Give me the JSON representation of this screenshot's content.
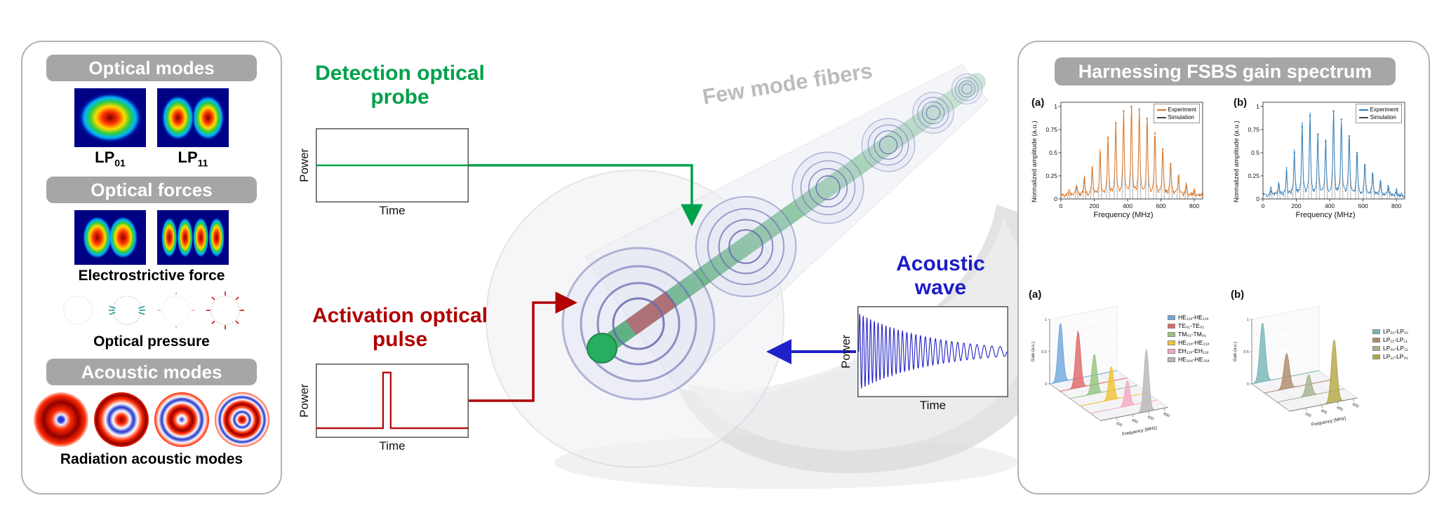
{
  "left_panel": {
    "header_optical_modes": "Optical modes",
    "header_optical_forces": "Optical forces",
    "header_acoustic_modes": "Acoustic modes",
    "lp01": {
      "base": "LP",
      "sub": "01"
    },
    "lp11": {
      "base": "LP",
      "sub": "11"
    },
    "electrostrictive_label": "Electrostrictive force",
    "optical_pressure_label": "Optical pressure",
    "radiation_label": "Radiation acoustic modes"
  },
  "middle": {
    "detection_title": "Detection optical probe",
    "activation_title": "Activation optical pulse",
    "acoustic_title": "Acoustic wave",
    "few_mode_fibers": "Few mode fibers",
    "axis": {
      "power": "Power",
      "time": "Time"
    }
  },
  "right_panel": {
    "title": "Harnessing FSBS gain spectrum",
    "marker_a": "(a)",
    "marker_b": "(b)",
    "spec_ylabel": "Normalized amplitude (a.u.)",
    "spec_xlabel": "Frequency (MHz)",
    "legend_experiment": "Experiment",
    "legend_simulation": "Simulation"
  },
  "chart_data": [
    {
      "id": "probe",
      "type": "line",
      "shape": "constant",
      "level": 0.5,
      "color": "#00A14B",
      "lw": 2.5,
      "xlabel": "Time",
      "ylabel": "Power"
    },
    {
      "id": "pulse",
      "type": "line",
      "shape": "pulse",
      "baseline": 0.87,
      "pulse_x": [
        0.44,
        0.49
      ],
      "pulse_top": 0.12,
      "color": "#B00000",
      "lw": 2.2,
      "xlabel": "Time",
      "ylabel": "Power"
    },
    {
      "id": "acoustic",
      "type": "line",
      "shape": "damped_sine",
      "mid": 0.5,
      "amp": 0.42,
      "decay": 2.1,
      "f0": 42,
      "f1": 16,
      "color": "#2222C8",
      "lw": 1.1,
      "xlabel": "Time",
      "ylabel": "Power"
    },
    {
      "id": "spec_a",
      "type": "comb",
      "color": "#E0731D",
      "sim_color": "#444444",
      "fmax": 850,
      "noise": 0.05,
      "xlabel": "Frequency (MHz)",
      "ylabel": "Normalized amplitude (a.u.)",
      "xticks": [
        0,
        200,
        400,
        600,
        800
      ],
      "yticks": [
        0,
        0.25,
        0.5,
        0.75,
        1
      ],
      "peaks": [
        [
          47,
          0.06
        ],
        [
          94,
          0.12
        ],
        [
          141,
          0.21
        ],
        [
          188,
          0.33
        ],
        [
          235,
          0.49
        ],
        [
          282,
          0.66
        ],
        [
          329,
          0.82
        ],
        [
          376,
          0.95
        ],
        [
          423,
          1.0
        ],
        [
          470,
          0.97
        ],
        [
          517,
          0.87
        ],
        [
          564,
          0.71
        ],
        [
          611,
          0.54
        ],
        [
          658,
          0.38
        ],
        [
          705,
          0.24
        ],
        [
          752,
          0.14
        ],
        [
          799,
          0.08
        ]
      ]
    },
    {
      "id": "spec_b",
      "type": "comb",
      "color": "#2E7EBC",
      "sim_color": "#444444",
      "fmax": 850,
      "noise": 0.05,
      "xlabel": "Frequency (MHz)",
      "ylabel": "Normalized amplitude (a.u.)",
      "xticks": [
        0,
        200,
        400,
        600,
        800
      ],
      "yticks": [
        0,
        0.25,
        0.5,
        0.75,
        1
      ],
      "peaks": [
        [
          47,
          0.08
        ],
        [
          94,
          0.15
        ],
        [
          141,
          0.28
        ],
        [
          188,
          0.5
        ],
        [
          235,
          0.78
        ],
        [
          282,
          0.9
        ],
        [
          329,
          0.7
        ],
        [
          376,
          0.62
        ],
        [
          423,
          0.95
        ],
        [
          470,
          0.86
        ],
        [
          517,
          0.68
        ],
        [
          564,
          0.5
        ],
        [
          611,
          0.37
        ],
        [
          658,
          0.26
        ],
        [
          705,
          0.17
        ],
        [
          752,
          0.11
        ],
        [
          799,
          0.07
        ]
      ]
    },
    {
      "id": "wf_a",
      "type": "waterfall",
      "width": 0.05,
      "fmax": 850,
      "xlabel": "Frequency (MHz)",
      "ylabel": "Gain (a.u.)",
      "xticklabels": [
        "200",
        "400",
        "600",
        "800"
      ],
      "zticks": [
        "0",
        "0.5",
        "1"
      ],
      "series": [
        {
          "name": "HE₁₁ₓ-HE₁₁ₓ",
          "color": "#6FA8DC",
          "pos": 0.16,
          "amp": 0.92
        },
        {
          "name": "TE₀₁-TE₀₁",
          "color": "#E06666",
          "pos": 0.27,
          "amp": 0.88
        },
        {
          "name": "TM₀₁-TM₀₁",
          "color": "#93C47D",
          "pos": 0.36,
          "amp": 0.62
        },
        {
          "name": "HE₂₁ₓ-HE₂₁ₓ",
          "color": "#F1C232",
          "pos": 0.46,
          "amp": 0.52
        },
        {
          "name": "EH₁₁ₓ-EH₁₁ₓ",
          "color": "#F4A7C3",
          "pos": 0.55,
          "amp": 0.4
        },
        {
          "name": "HE₃₁ₓ-HE₃₁ₓ",
          "color": "#B7B7B7",
          "pos": 0.68,
          "amp": 0.97
        }
      ]
    },
    {
      "id": "wf_b",
      "type": "waterfall",
      "width": 0.055,
      "fmax": 850,
      "xlabel": "Frequency (MHz)",
      "ylabel": "Gain (a.u.)",
      "xticklabels": [
        "200",
        "400",
        "600",
        "800"
      ],
      "zticks": [
        "0",
        "0.5",
        "1"
      ],
      "series": [
        {
          "name": "LP₀₁-LP₀₁",
          "color": "#76B5B5",
          "pos": 0.16,
          "amp": 0.92
        },
        {
          "name": "LP₁₁-LP₁₁",
          "color": "#B08968",
          "pos": 0.33,
          "amp": 0.55
        },
        {
          "name": "LP₀₁-LP₁₁",
          "color": "#A3B18A",
          "pos": 0.47,
          "amp": 0.33
        },
        {
          "name": "LP₁₁-LP₀₁",
          "color": "#B5A642",
          "pos": 0.66,
          "amp": 0.98
        }
      ]
    }
  ]
}
